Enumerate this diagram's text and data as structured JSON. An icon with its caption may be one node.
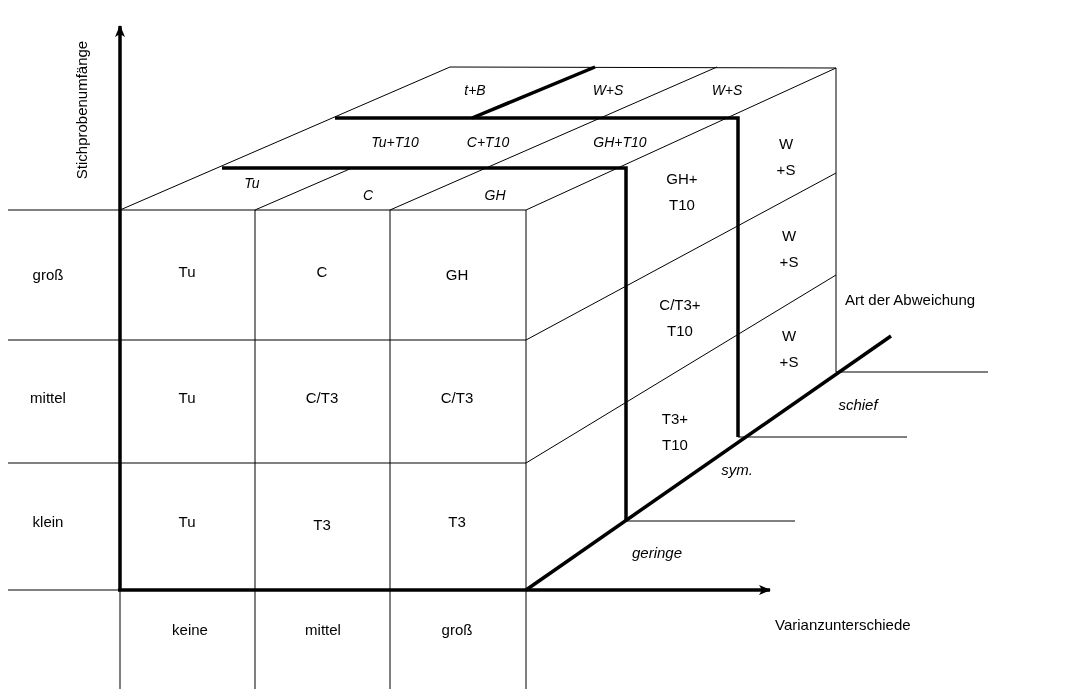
{
  "diagram": {
    "labels": [
      "Stichprobenumfänge",
      "t+B",
      "W+S",
      "W+S",
      "Tu+T10",
      "C+T10",
      "GH+T10",
      "W +S",
      "Tu",
      "GH+ T10",
      "C",
      "GH",
      "W +S",
      "groß",
      "Tu",
      "C",
      "GH",
      "Art der Abweichung",
      "C/T3+ T10",
      "W +S",
      "mittel",
      "Tu",
      "C/T3",
      "C/T3",
      "schief",
      "T3+ T10",
      "sym.",
      "klein",
      "Tu",
      "T3",
      "T3",
      "geringe",
      "Varianzunterschiede",
      "keine",
      "mittel",
      "groß"
    ]
  }
}
